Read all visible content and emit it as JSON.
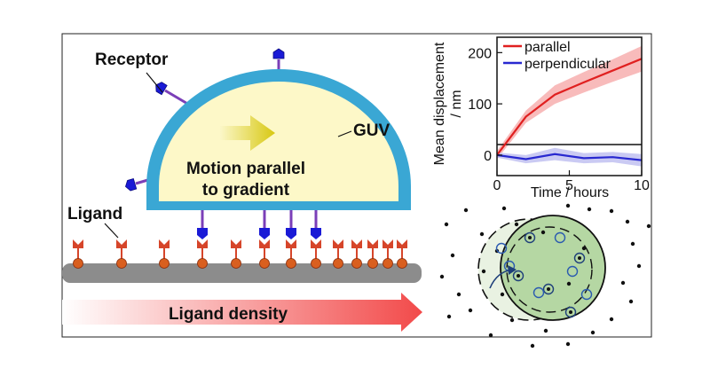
{
  "diagram": {
    "receptor_label": "Receptor",
    "guv_label": "GUV",
    "motion_label_line1": "Motion parallel",
    "motion_label_line2": "to gradient",
    "ligand_label": "Ligand",
    "density_label": "Ligand density"
  },
  "colors": {
    "membrane": "#3aa7d4",
    "vesicle_fill": "#fdf8c8",
    "receptor_head": "#1a1ad6",
    "receptor_stem": "#7b3fb8",
    "ligand_head": "#d6452a",
    "ligand_ball": "#d95f1f",
    "surface": "#8c8c8c",
    "arrow_yellow": "#e0d21e",
    "line_parallel": "#e02020",
    "line_perpendicular": "#2828d0",
    "green_cell": "#b5d7a3"
  },
  "chart_data": {
    "type": "line",
    "x": [
      0,
      2,
      4,
      6,
      8,
      10
    ],
    "series": [
      {
        "name": "parallel",
        "values": [
          0,
          75,
          118,
          142,
          165,
          188
        ],
        "band": [
          8,
          12,
          18,
          20,
          22,
          25
        ]
      },
      {
        "name": "perpendicular",
        "values": [
          0,
          -8,
          2,
          -6,
          -4,
          -10
        ],
        "band": [
          5,
          8,
          12,
          10,
          10,
          12
        ]
      }
    ],
    "xlabel": "Time / hours",
    "ylabel_line1": "Mean displacement",
    "ylabel_line2": "/ nm",
    "xlim": [
      0,
      10
    ],
    "ylim": [
      -40,
      230
    ],
    "xticks": [
      0,
      5,
      10
    ],
    "yticks": [
      0,
      100,
      200
    ],
    "legend_position": "top-left",
    "grid": false
  }
}
